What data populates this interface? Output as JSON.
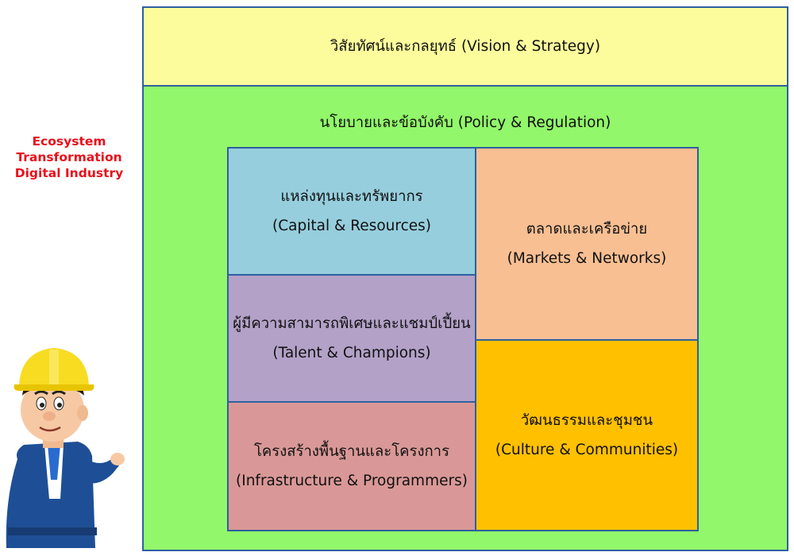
{
  "side_title": {
    "line1": "Ecosystem",
    "line2": "Transformation",
    "line3": "Digital Industry"
  },
  "boxes": {
    "vision": {
      "label": "วิสัยทัศน์และกลยุทธ์ (Vision & Strategy)"
    },
    "policy": {
      "label": "นโยบายและข้อบังคับ (Policy & Regulation)"
    },
    "capital": {
      "th": "แหล่งทุนและทรัพยากร",
      "en": "(Capital & Resources)"
    },
    "markets": {
      "th": "ตลาดและเครือข่าย",
      "en": "(Markets & Networks)"
    },
    "talent": {
      "th": "ผู้มีความสามารถพิเศษและแชมป์เปี้ยน",
      "en": "(Talent & Champions)"
    },
    "infra": {
      "th": "โครงสร้างพื้นฐานและโครงการ",
      "en": "(Infrastructure & Programmers)"
    },
    "culture": {
      "th": "วัฒนธรรมและชุมชน",
      "en": "(Culture & Communities)"
    }
  },
  "colors": {
    "vision": "#fcfc9c",
    "policy": "#92f76a",
    "capital": "#96cedd",
    "markets": "#f8bf93",
    "talent": "#b3a1c8",
    "infra": "#d99897",
    "culture": "#ffc000",
    "border": "#2e5f9e",
    "side_title": "#e8101a"
  },
  "mascot": {
    "icon": "engineer-mascot-icon"
  }
}
